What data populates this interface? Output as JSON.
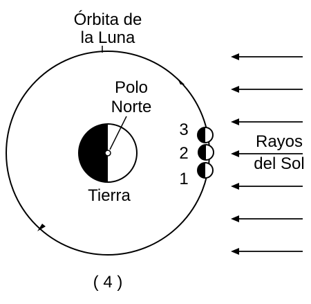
{
  "labels": {
    "orbit_line1": "Órbita de",
    "orbit_line2": "la Luna",
    "pole_line1": "Polo",
    "pole_line2": "Norte",
    "earth": "Tierra",
    "rays_line1": "Rayos",
    "rays_line2": "del Sol",
    "moon1": "1",
    "moon2": "2",
    "moon3": "3",
    "choice": "( 4 )"
  },
  "colors": {
    "ink": "#000000",
    "paper": "#ffffff"
  },
  "icons": {
    "orbit_direction": "arrowhead-icon",
    "sunlight": "arrow-left-icon"
  }
}
